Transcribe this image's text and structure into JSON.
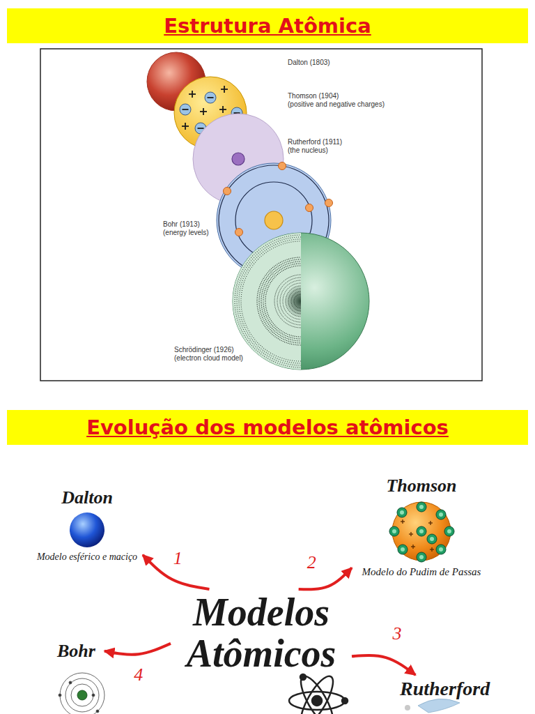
{
  "diagram": {
    "title": "Estrutura Atômica",
    "nodes": [
      {
        "text": [
          "Dalton",
          "Modelo esférico e maciço"
        ]
      },
      {
        "text": [
          "Thomson",
          "Modelo do Pudim de Passas"
        ]
      },
      {
        "text": [
          "Modelos Atômicos"
        ]
      },
      {
        "text": [
          "Bohr"
        ]
      },
      {
        "text": [
          "Rutherford"
        ]
      }
    ],
    "edges": [
      {
        "from": 2,
        "to": 0,
        "arrow": "to",
        "label": "1"
      },
      {
        "from": 2,
        "to": 1,
        "arrow": "to",
        "label": "2"
      },
      {
        "from": 2,
        "to": 4,
        "arrow": "to",
        "label": "3"
      },
      {
        "from": 2,
        "to": 3,
        "arrow": "to",
        "label": "4"
      }
    ],
    "labels": [
      "Evolução dos modelos atômicos",
      "Dalton (1803)",
      "Thomson (1904)",
      "(positive and negative charges)",
      "Rutherford (1911)",
      "(the nucleus)",
      "Bohr (1913)",
      "(energy levels)",
      "Schrödinger (1926)",
      "(electron cloud model)"
    ]
  }
}
